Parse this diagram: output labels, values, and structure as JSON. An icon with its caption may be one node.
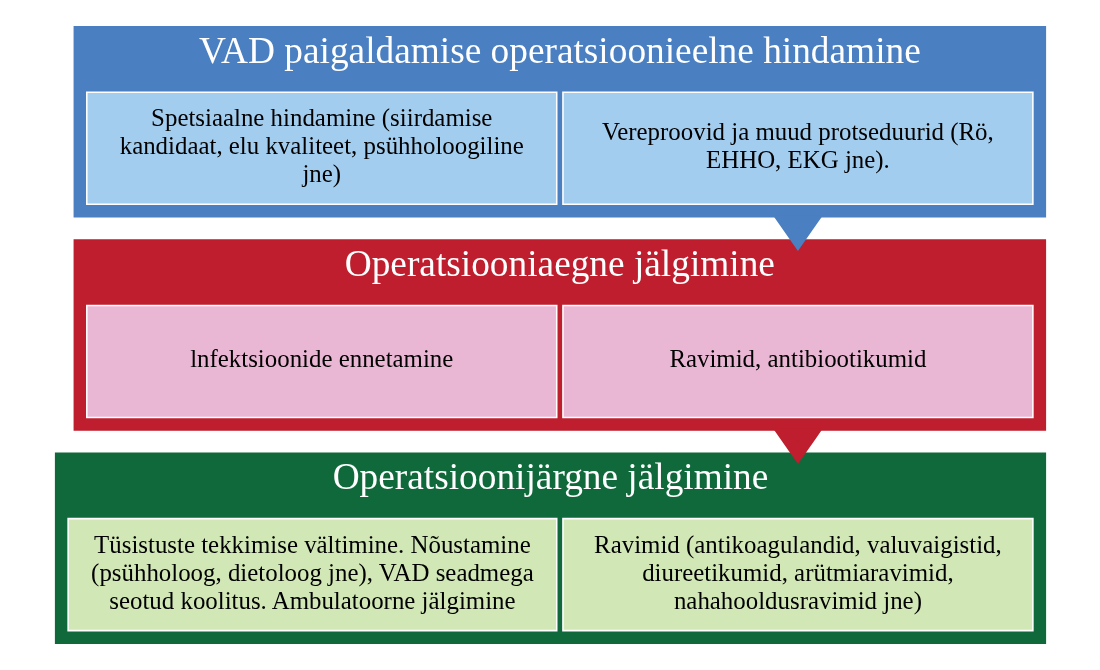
{
  "diagram": {
    "nodes": [
      {
        "text": [
          "VAD paigaldamise operatsioonieelne hindamine"
        ]
      },
      {
        "text": [
          "Vereproovid ja muud protseduurid (Rö, EHHO, EKG jne)."
        ],
        "in": 0
      },
      {
        "text": [
          "Spetsiaalne hindamine (siirdamise kandidaat, elu kvaliteet, psühholoogiline jne)"
        ],
        "in": 0
      },
      {
        "text": [
          "Operatsiooniaegne jälgimine"
        ]
      },
      {
        "text": [
          "Ravimid, antibiootikumid"
        ],
        "in": 3
      },
      {
        "text": [
          "lnfektsioonide ennetamine"
        ],
        "in": 3
      },
      {
        "text": [
          "Operatsioonijärgne jälgimine"
        ]
      },
      {
        "text": [
          "Ravimid (antikoagulandid, valuvaigistid, diureetikumid, arütmiaravimid, nahahooldusravimid jne)"
        ],
        "in": 6
      },
      {
        "text": [
          "Tüsistuste tekkimise vältimine. Nõustamine (psühholoog, dietoloog jne), VAD seadmega seotud koolitus. Ambulatoorne jälgimine"
        ],
        "in": 6
      }
    ],
    "edges": [
      {
        "from": 0,
        "to": 3,
        "arrow": "to",
        "style": "thick",
        "color": "#4a7fc1"
      },
      {
        "from": 3,
        "to": 6,
        "arrow": "to",
        "style": "thick",
        "color": "#be1e2d"
      }
    ]
  }
}
